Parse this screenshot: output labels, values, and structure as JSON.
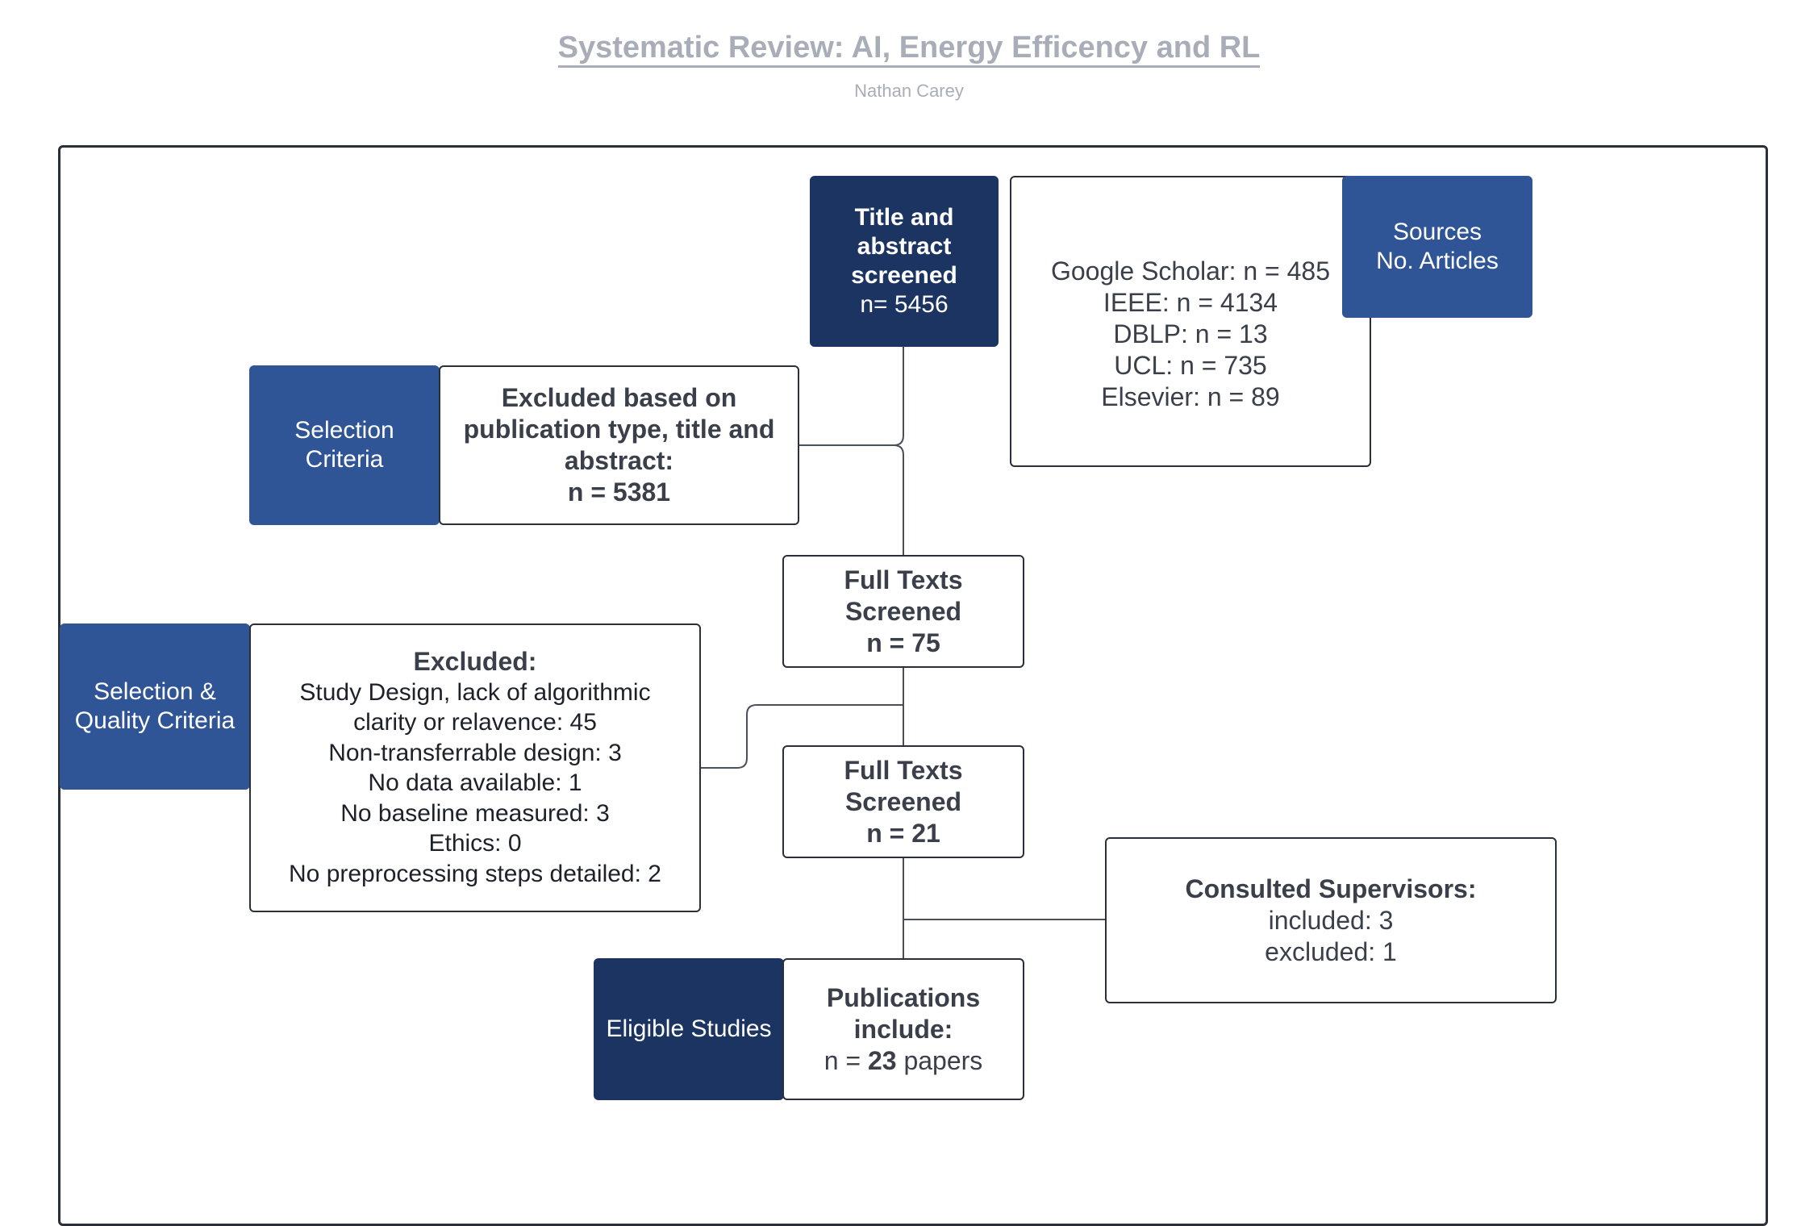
{
  "header": {
    "title": "Systematic Review: AI, Energy Efficency and RL",
    "author": "Nathan Carey"
  },
  "colors": {
    "tag_mid": "#2f5597",
    "tag_dark": "#1c3461",
    "border": "#2b2f38",
    "title_grey": "#a8adb8"
  },
  "title_screened": {
    "line1": "Title and",
    "line2": "abstract",
    "line3": "screened",
    "count": "n= 5456"
  },
  "sources": {
    "tag_line1": "Sources",
    "tag_line2": "No. Articles",
    "items": [
      "Google Scholar: n = 485",
      "IEEE: n = 4134",
      "DBLP: n = 13",
      "UCL: n = 735",
      "Elsevier: n = 89"
    ]
  },
  "selection_criteria": {
    "tag_line1": "Selection",
    "tag_line2": "Criteria",
    "heading_line1": "Excluded based on",
    "heading_line2": "publication type, title and",
    "heading_line3": "abstract:",
    "count": "n = 5381"
  },
  "full_texts_1": {
    "line1": "Full Texts",
    "line2": "Screened",
    "count": "n = 75"
  },
  "quality_criteria": {
    "tag_line1": "Selection &",
    "tag_line2": "Quality Criteria",
    "heading": "Excluded:",
    "items": [
      "Study Design, lack of algorithmic",
      "clarity or relavence: 45",
      "Non-transferrable design: 3",
      "No data available: 1",
      "No baseline measured: 3",
      "Ethics: 0",
      "No preprocessing steps detailed: 2"
    ]
  },
  "full_texts_2": {
    "line1": "Full Texts",
    "line2": "Screened",
    "count": "n = 21"
  },
  "supervisors": {
    "heading": "Consulted Supervisors:",
    "included": "included: 3",
    "excluded": "excluded: 1"
  },
  "eligible": {
    "tag": "Eligible Studies",
    "line1": "Publications",
    "line2": "include:",
    "count_prefix": "n = ",
    "count_value": "23",
    "count_suffix": " papers"
  }
}
